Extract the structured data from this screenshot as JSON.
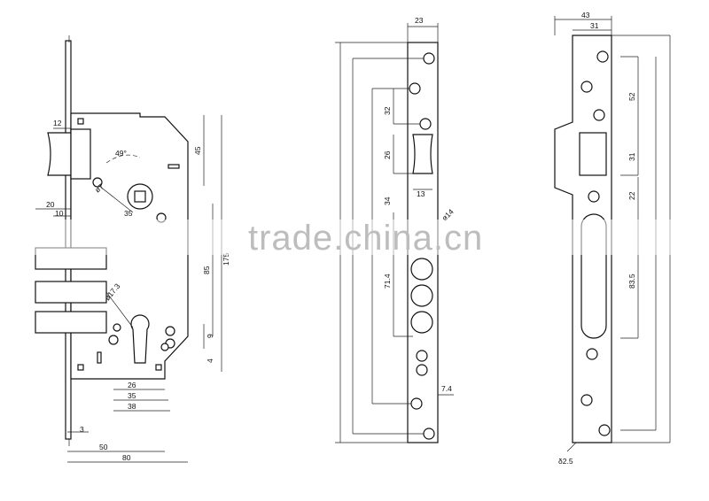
{
  "watermark": "trade.china.cn",
  "lock_body": {
    "dimensions": {
      "d12": "12",
      "d20": "20",
      "d10": "10",
      "d49": "49°",
      "d8": "ø7",
      "d35r": "35",
      "d45": "45",
      "d85": "85",
      "d175": "175",
      "d173": "ø17.3",
      "d9": "9",
      "d4": "4",
      "d26": "26",
      "d35": "35",
      "d38": "38",
      "d3": "3",
      "d50": "50",
      "d80": "80"
    }
  },
  "faceplate_front": {
    "dimensions": {
      "d23": "23",
      "d32": "32",
      "d26": "26",
      "d13": "13",
      "d34": "34",
      "d14": "ø14",
      "d714": "71.4",
      "d74": "7.4"
    }
  },
  "strike_plate": {
    "dimensions": {
      "d43": "43",
      "d31top": "31",
      "d52": "52",
      "d31": "31",
      "d22": "22",
      "d835": "83.5",
      "d25": "δ2.5"
    }
  }
}
